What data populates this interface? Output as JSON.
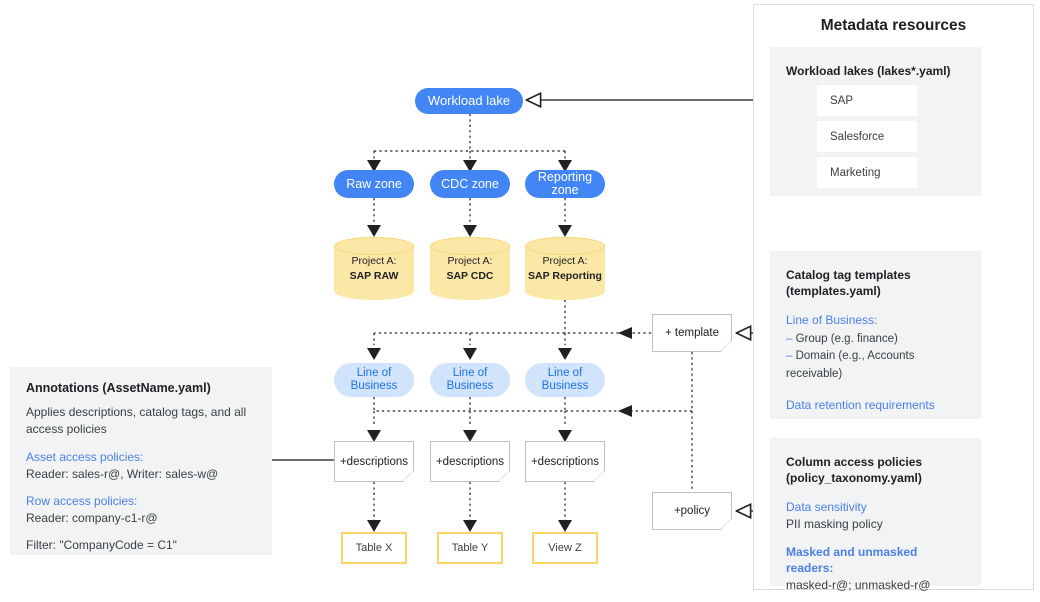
{
  "diagram": {
    "flow": {
      "lake": {
        "label": "Workload lake"
      },
      "zones": [
        {
          "label": "Raw zone"
        },
        {
          "label": "CDC zone"
        },
        {
          "label": "Reporting zone"
        }
      ],
      "projects": [
        {
          "line1": "Project A:",
          "line2": "SAP RAW"
        },
        {
          "line1": "Project A:",
          "line2": "SAP CDC"
        },
        {
          "line1": "Project A:",
          "line2": "SAP Reporting"
        }
      ],
      "lob": [
        {
          "label": "Line of Business"
        },
        {
          "label": "Line of Business"
        },
        {
          "label": "Line of Business"
        }
      ],
      "descriptions": [
        {
          "label": "+descriptions"
        },
        {
          "label": "+descriptions"
        },
        {
          "label": "+descriptions"
        }
      ],
      "assets": [
        {
          "label": "Table X"
        },
        {
          "label": "Table Y"
        },
        {
          "label": "View Z"
        }
      ],
      "template_note": {
        "label": "+ template"
      },
      "policy_note": {
        "label": "+policy"
      }
    },
    "annotations": {
      "title": "Annotations (AssetName.yaml)",
      "desc": "Applies descriptions, catalog tags, and all access policies",
      "asset_policies_label": "Asset access policies:",
      "asset_policies_value": "Reader: sales-r@, Writer: sales-w@",
      "row_policies_label": "Row access policies:",
      "row_policies_value": "Reader: company-c1-r@",
      "filter_value": "Filter: \"CompanyCode = C1\""
    },
    "metadata": {
      "title": "Metadata resources",
      "lakes": {
        "title": "Workload lakes (lakes*.yaml)",
        "items": [
          {
            "label": "SAP"
          },
          {
            "label": "Salesforce"
          },
          {
            "label": "Marketing"
          }
        ]
      },
      "templates": {
        "title_line1": "Catalog tag templates",
        "title_line2": "(templates.yaml)",
        "section_label": "Line of Business:",
        "bullets": [
          "Group (e.g. finance)",
          "Domain (e.g., Accounts receivable)"
        ],
        "footer_label": "Data retention requirements"
      },
      "policies": {
        "title_line1": "Column access policies",
        "title_line2": "(policy_taxonomy.yaml)",
        "sensitivity_label": "Data sensitivity",
        "sensitivity_value": "PII masking policy",
        "readers_label": "Masked and unmasked readers:",
        "readers_value": "masked-r@; unmasked-r@"
      }
    },
    "colors": {
      "blue_pill": "#4285f4",
      "light_blue_pill": "#d2e3fc",
      "cylinder": "#fce8a6",
      "asset_border": "#fcd663",
      "panel_bg": "#f1f3f4",
      "link_blue": "#4d7fe8"
    }
  }
}
